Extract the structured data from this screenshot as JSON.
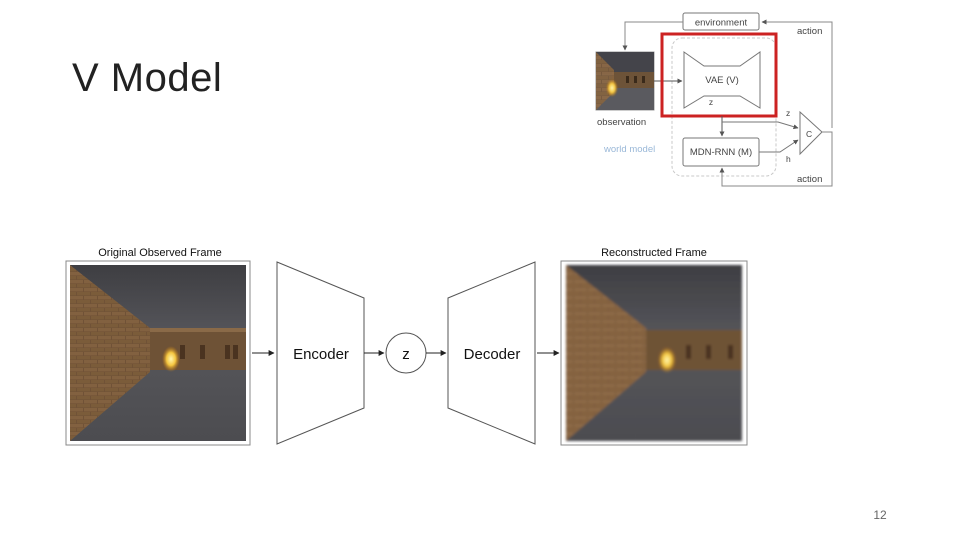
{
  "slide": {
    "title": "V Model",
    "page_number": "12"
  },
  "overview": {
    "environment": "environment",
    "action_top": "action",
    "action_bottom": "action",
    "vae": "VAE (V)",
    "z_inner": "z",
    "observation": "observation",
    "world_model": "world model",
    "mdn_rnn": "MDN-RNN (M)",
    "controller": "C",
    "z_side": "z",
    "h_side": "h",
    "highlight_color": "#cc2222"
  },
  "pipeline": {
    "original_label": "Original Observed Frame",
    "reconstructed_label": "Reconstructed Frame",
    "encoder": "Encoder",
    "latent": "z",
    "decoder": "Decoder"
  }
}
